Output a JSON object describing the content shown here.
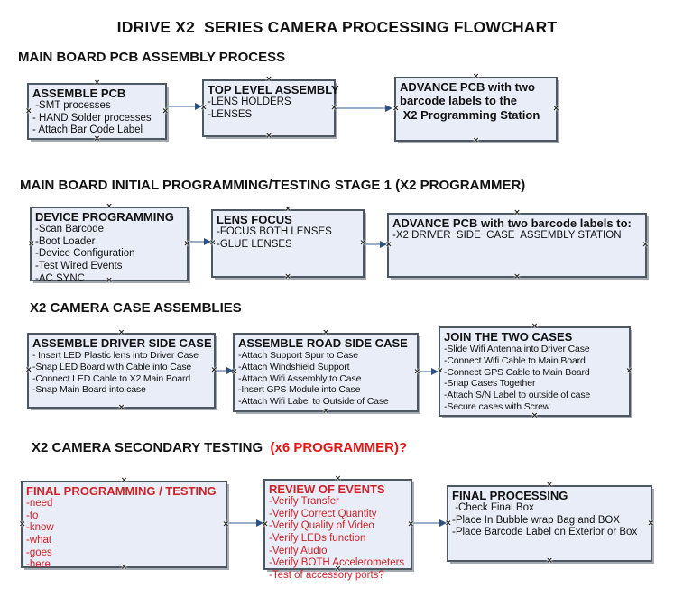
{
  "title": "IDRIVE X2  SERIES CAMERA PROCESSING FLOWCHART",
  "colors": {
    "box_fill": "#e8edf7",
    "box_border": "#4d5761",
    "box_shadow": "#a4aab1",
    "connector_line": "#97adc9",
    "connector_head": "#2b5282",
    "box_red": "#cf2127",
    "header_red": "#e01616",
    "text_black": "#111111"
  },
  "sections": [
    {
      "header": "MAIN BOARD PCB ASSEMBLY PROCESS",
      "boxes": [
        {
          "title": "ASSEMBLE PCB",
          "lines": [
            " -SMT processes",
            "- HAND Solder processes",
            "- Attach Bar Code Label"
          ]
        },
        {
          "title": "TOP LEVEL ASSEMBLY",
          "lines": [
            "-LENS HOLDERS",
            "-LENSES"
          ]
        },
        {
          "title": "ADVANCE PCB with two",
          "lines": [
            "barcode labels to the",
            " X2 Programming Station"
          ]
        }
      ]
    },
    {
      "header": "MAIN BOARD INITIAL PROGRAMMING/TESTING STAGE 1 (X2 PROGRAMMER)",
      "boxes": [
        {
          "title": "DEVICE PROGRAMMING",
          "lines": [
            "-Scan Barcode",
            "-Boot Loader",
            "-Device Configuration",
            "-Test Wired Events",
            "-AC SYNC"
          ]
        },
        {
          "title": "LENS FOCUS",
          "lines": [
            "-FOCUS BOTH LENSES",
            "-GLUE LENSES"
          ]
        },
        {
          "title": "ADVANCE PCB with two barcode labels to:",
          "lines": [
            "-X2 DRIVER  SIDE  CASE  ASSEMBLY STATION"
          ]
        }
      ]
    },
    {
      "header": "X2 CAMERA CASE ASSEMBLIES",
      "boxes": [
        {
          "title": "ASSEMBLE DRIVER SIDE CASE",
          "lines": [
            "- Insert LED Plastic lens into Driver Case",
            "-Snap LED Board with Cable into Case",
            "-Connect LED Cable to X2 Main Board",
            "-Snap Main Board into case"
          ]
        },
        {
          "title": "ASSEMBLE ROAD SIDE CASE",
          "lines": [
            "-Attach Support Spur to Case",
            "-Attach Windshield Support",
            "-Attach Wifi Assembly to Case",
            "-Insert GPS Module into Case",
            "-Attach Wifi Label to Outside of Case"
          ]
        },
        {
          "title": "JOIN THE TWO CASES",
          "lines": [
            "-Slide Wifi Antenna into Driver Case",
            "-Connect Wifi Cable to Main Board",
            "-Connect GPS Cable to Main Board",
            "-Snap Cases Together",
            "-Attach S/N Label to outside of case",
            "-Secure cases with Screw"
          ]
        }
      ]
    },
    {
      "header_black": "X2 CAMERA SECONDARY TESTING ",
      "header_red": " (x6 PROGRAMMER)?",
      "boxes": [
        {
          "title": "FINAL PROGRAMMING / TESTING",
          "lines": [
            "-need",
            "-to",
            "-know",
            "-what",
            "-goes",
            "-here"
          ]
        },
        {
          "title": "REVIEW OF EVENTS",
          "lines": [
            "-Verify Transfer",
            "-Verify Correct Quantity",
            "-Verify Quality of Video",
            "-Verify LEDs function",
            "-Verify Audio",
            "-Verify BOTH Accelerometers",
            "-Test of accessory ports?"
          ]
        },
        {
          "title": "FINAL PROCESSING",
          "lines": [
            " -Check Final Box",
            "-Place In Bubble wrap Bag and BOX",
            "-Place Barcode Label on Exterior or Box"
          ]
        }
      ]
    }
  ]
}
